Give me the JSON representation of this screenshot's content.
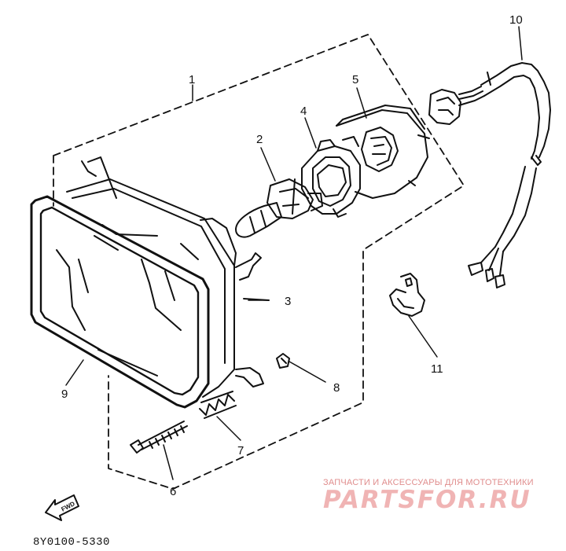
{
  "diagram": {
    "parts": [
      {
        "number": "1",
        "part": "headlight-assembly"
      },
      {
        "number": "2",
        "part": "bulb"
      },
      {
        "number": "3",
        "part": "headlight-unit"
      },
      {
        "number": "4",
        "part": "bulb-retainer"
      },
      {
        "number": "5",
        "part": "socket-cover"
      },
      {
        "number": "6",
        "part": "adjusting-screw"
      },
      {
        "number": "7",
        "part": "spring"
      },
      {
        "number": "8",
        "part": "nut"
      },
      {
        "number": "9",
        "part": "rim"
      },
      {
        "number": "10",
        "part": "socket-cord"
      },
      {
        "number": "11",
        "part": "clamp"
      }
    ],
    "fwd_label": "FWD",
    "code": "8Y0100-5330"
  },
  "watermark": {
    "caption": "ЗАПЧАСТИ И АКСЕССУАРЫ ДЛЯ МОТОТЕХНИКИ",
    "brand": "PARTSFOR.RU",
    "color": "#e08d8d"
  }
}
